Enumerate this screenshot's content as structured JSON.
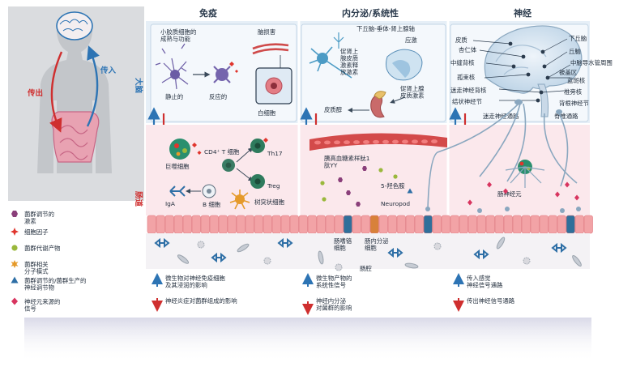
{
  "headers": {
    "immune": "免疫",
    "endocrine": "内分泌/系统性",
    "neural": "神经"
  },
  "side_labels": {
    "brain": "大脑",
    "gut": "肠道",
    "out": "传出",
    "in": "传入",
    "lumen": "肠腔"
  },
  "brain_immune": {
    "microglia_title": "小胶质细胞的\n成熟与功能",
    "bbb": "脑损害",
    "resting": "静止的",
    "reactive": "反应的",
    "white_cell": "白细胞"
  },
  "brain_endocrine": {
    "hpa": "下丘脑-垂体-肾上腺轴",
    "stress": "应激",
    "crh": "促肾上\n腺皮质\n激素释\n放激素",
    "acth": "促肾上腺\n皮质激素",
    "cortisol": "皮质醇"
  },
  "brain_neural": {
    "cortex": "皮质",
    "hypothalamus": "下丘脑",
    "amygdala": "杏仁体",
    "hill": "丘脑",
    "raphe": "中缝背核",
    "midbrain": "中脑导水管周围",
    "pvt": "被盖区",
    "locus": "孤束核",
    "blue": "蓝斑核",
    "vagus_dorsal": "迷走神经背核",
    "paravertebral": "椎旁核",
    "nodose": "结状神经节",
    "drg": "背根神经节",
    "vagal_path": "迷走神经通路",
    "spinal_path": "脊椎通路"
  },
  "gut_immune": {
    "macrophage": "巨噬细胞",
    "cd4": "CD4⁺ T 细胞",
    "th17": "Th17",
    "treg": "Treg",
    "bcell": "B 细胞",
    "iga": "IgA",
    "dc": "树突状细胞"
  },
  "gut_endocrine": {
    "glp": "胰高血糖素样肽1\n肽YY",
    "ht": "5-羟色胺",
    "neuropod": "Neuropod",
    "ecell": "肠嗜铬\n细胞",
    "eecell": "肠内分泌\n细胞"
  },
  "gut_neural": {
    "enteric": "肠神经元"
  },
  "legend": [
    {
      "icon": "hexagon",
      "color": "#8a3f7a",
      "label": "菌群调节的\n激素"
    },
    {
      "icon": "star4",
      "color": "#e0352d",
      "label": "细胞因子"
    },
    {
      "icon": "circle",
      "color": "#9ab83c",
      "label": "菌群代谢产物"
    },
    {
      "icon": "star8",
      "color": "#e59a2a",
      "label": "菌群相关\n分子模式"
    },
    {
      "icon": "triangle",
      "color": "#2e6fa6",
      "label": "菌群调节的/菌群生产的\n神经调节物"
    },
    {
      "icon": "diamond",
      "color": "#d8345f",
      "label": "神经元来源的\n信号"
    }
  ],
  "bottom_notes": {
    "immune_up": "微生物对神经免疫细胞\n及其浸润的影响",
    "immune_down": "神经炎症对菌群组成的影响",
    "endocrine_up": "微生物产物的\n系统性信号",
    "endocrine_down": "神经内分泌\n对菌群的影响",
    "neural_up": "传入感觉\n神经信号通路",
    "neural_down": "传出神经信号通路"
  },
  "colors": {
    "up_arrow": "#2d74b4",
    "down_arrow": "#cf2f2f",
    "brain_bg": "#e6eff7",
    "gut_bg": "#fbe8ec",
    "cell": "#f2a3a6",
    "cell_dark": "#e07a80"
  }
}
